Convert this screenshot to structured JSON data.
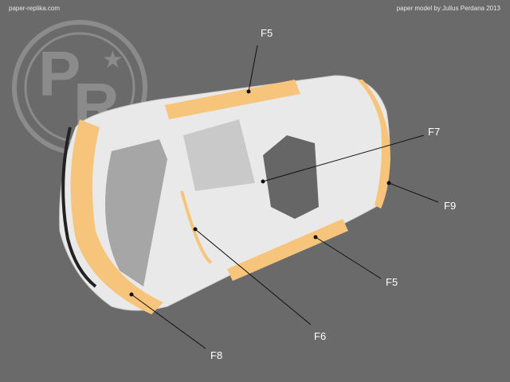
{
  "header": {
    "site": "paper-replika.com",
    "credit": "paper model by Julius Perdana 2013"
  },
  "logo": {
    "text": "PR"
  },
  "labels": [
    {
      "id": "f5-top",
      "text": "F5"
    },
    {
      "id": "f7",
      "text": "F7"
    },
    {
      "id": "f9",
      "text": "F9"
    },
    {
      "id": "f5-bottom",
      "text": "F5"
    },
    {
      "id": "f6",
      "text": "F6"
    },
    {
      "id": "f8",
      "text": "F8"
    }
  ],
  "colors": {
    "background": "#6a6a6a",
    "part_highlight": "#f7c47c",
    "body": "#eeeeee"
  }
}
